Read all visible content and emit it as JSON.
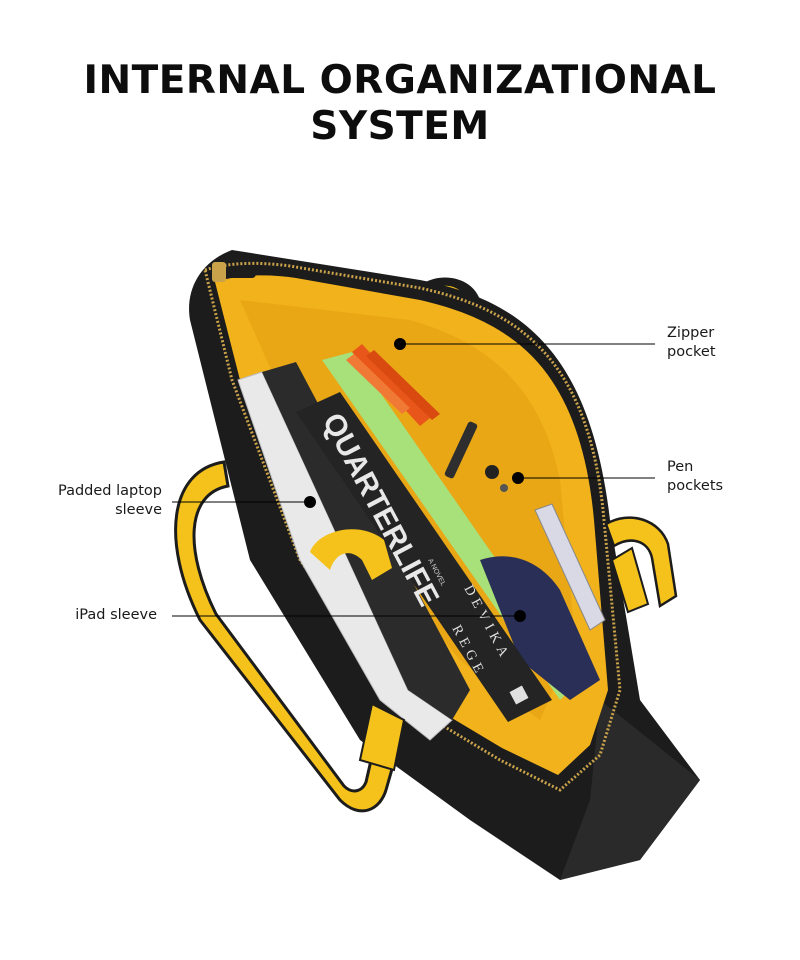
{
  "title": {
    "line1": "INTERNAL ORGANIZATIONAL",
    "line2": "SYSTEM"
  },
  "callouts": [
    {
      "line1": "Zipper",
      "line2": "pocket"
    },
    {
      "line1": "Pen",
      "line2": "pockets"
    },
    {
      "line1": "Padded laptop",
      "line2": "sleeve"
    },
    {
      "line1": "iPad sleeve"
    }
  ],
  "book": {
    "title": "QUARTERLIFE",
    "subtitle": "A NOVEL",
    "author_first": "DEVIKA",
    "author_last": "REGE"
  },
  "colors": {
    "background": "#ffffff",
    "bag_black": "#1c1c1c",
    "lining_yellow": "#f2b21b",
    "handle_yellow": "#f4c21a",
    "zipper_gold": "#c9a24a",
    "book_black": "#242424",
    "book_green": "#a8e07a",
    "pencil_orange": "#e8561a",
    "pouch_navy": "#2a2f58"
  }
}
